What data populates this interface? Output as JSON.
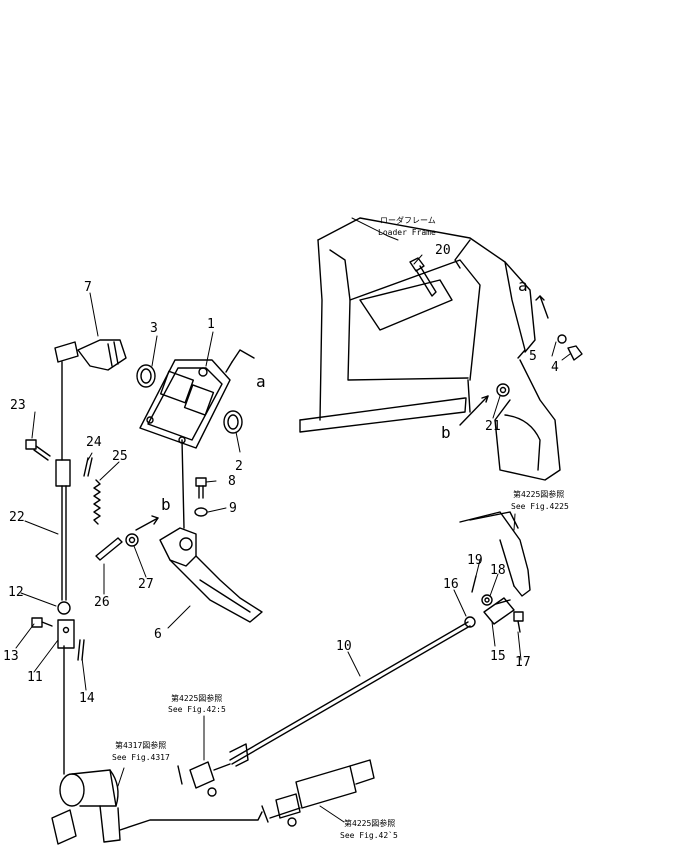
{
  "callouts": {
    "c1": "1",
    "c2": "2",
    "c3": "3",
    "c4": "4",
    "c5": "5",
    "c6": "6",
    "c7": "7",
    "c8": "8",
    "c9": "9",
    "c10": "10",
    "c11": "11",
    "c12": "12",
    "c13": "13",
    "c14": "14",
    "c15": "15",
    "c16": "16",
    "c17": "17",
    "c18": "18",
    "c19": "19",
    "c20": "20",
    "c21": "21",
    "c22": "22",
    "c23": "23",
    "c24": "24",
    "c25": "25",
    "c26": "26",
    "c27": "27"
  },
  "letters": {
    "a1": "a",
    "a2": "a",
    "b1": "b",
    "b2": "b"
  },
  "notes": {
    "loader_frame_jp": "ローダフレーム",
    "loader_frame_en": "Loader Frame",
    "ref_4225_a_jp": "第4225図参照",
    "ref_4225_a_en": "See Fig.4225",
    "ref_4225_b_jp": "第4225図参照",
    "ref_4225_b_en": "See Fig.42:5",
    "ref_4317_jp": "第4317図参照",
    "ref_4317_en": "See Fig.4317",
    "ref_4225_c_jp": "第4225図参照",
    "ref_4225_c_en": "See Fig.42`5"
  }
}
